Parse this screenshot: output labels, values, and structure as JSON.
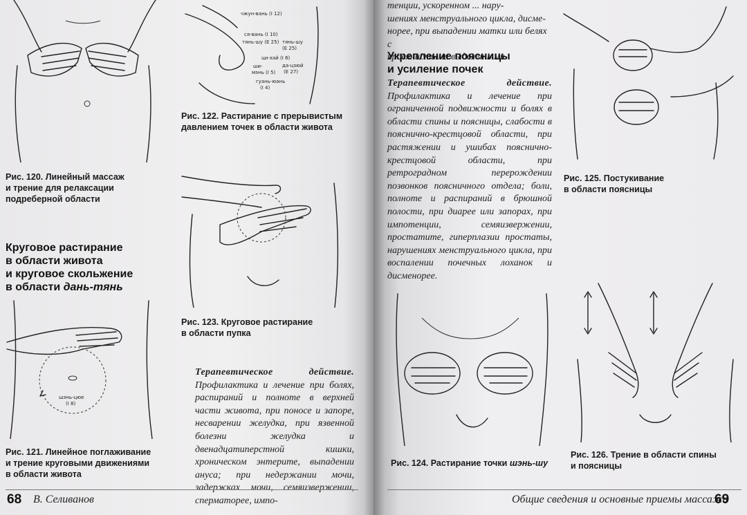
{
  "left_page": {
    "folio": "68",
    "running_head": "В. Селиванов",
    "figures": [
      {
        "caption": "Рис. 120. Линейный массаж\nи трение для релаксации\nподреберной области"
      },
      {
        "caption": "Рис. 121. Линейное поглаживание\nи трение круговыми движениями\nв области живота",
        "labels": [
          "шэнь-цюе",
          "(I 8)"
        ]
      },
      {
        "caption": "Рис. 122. Растирание с прерывистым\nдавлением точек в области живота",
        "labels": [
          "чжун-вань (I 12)",
          "ся-вань (I 10)",
          "тянь-шу (E 25)",
          "тянь-шу",
          "(E 25)",
          "ци-хай (I 6)",
          "ши-",
          "мэнь (I 5)",
          "да-цзюй",
          "(E 27)",
          "гуань-юань",
          "(I 4)"
        ]
      },
      {
        "caption": "Рис. 123. Круговое растирание\nв области пупка"
      }
    ],
    "section_heading": "Круговое растирание\nв области живота\nи круговое скольжение\nв области дань-тянь",
    "section_heading_italic_part": "дань-тянь",
    "body_lead": "Терапевтическое действие.",
    "body_text": " Профилактика и лечение при болях, распираний и полноте в верхней части живота, при поносе и запоре, несварении желудка, при язвенной болезни желудка и двенадцатиперстной кишки, хроническом энтерите, выпадении ануса; при недержании мочи, задержках мочи, семяизвержении, сперматорее, импо-"
  },
  "right_page": {
    "folio": "69",
    "running_head": "Общие сведения и основные приемы массажа",
    "top_text": "тенции, ускоренном ... нару-\nшениях менструального цикла, дисме-\nнорее, при выпадении матки или белях с\nкровянистыми выделениями.",
    "section_heading": "Укрепление поясницы\nи усиление почек",
    "body_lead": "Терапевтическое действие.",
    "body_text": " Профилактика и лечение при ограниченной подвижности и болях в области спины и поясницы, слабости в пояснично-крестцовой области, при растяжении и ушибах пояснично-крестцовой области, при ретроградном перерождении позвонков поясничного отдела; боли, полноте и распираний в брюшной полости, при диарее или запорах, при импотенции, семяизвержении, простатите, гиперплазии простаты, нарушениях менструального цикла, при воспалении почечных лоханок и дисменорее.",
    "figures": [
      {
        "caption_prefix": "Рис. 124. Растирание точки",
        "caption_italic": "шэнь-шу"
      },
      {
        "caption": "Рис. 125. Постукивание\nв области поясницы"
      },
      {
        "caption": "Рис. 126. Трение в области спины\nи поясницы"
      }
    ]
  },
  "colors": {
    "paper": "#efeef0",
    "ink": "#1f1f1f",
    "gutter_shadow": "#bdbcbe"
  }
}
